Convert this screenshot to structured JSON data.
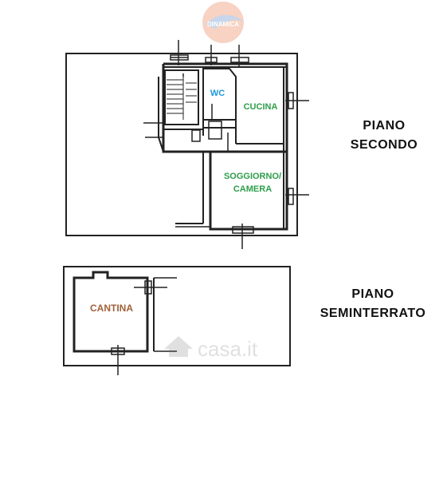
{
  "logo": {
    "text": "DINAMICA",
    "color": "#e8602c"
  },
  "watermark": {
    "text": "casa.it"
  },
  "floors": [
    {
      "line1": "PIANO",
      "line2": "SECONDO"
    },
    {
      "line1": "PIANO",
      "line2": "SEMINTERRATO"
    }
  ],
  "rooms": {
    "wc": {
      "label": "WC",
      "color": "#1f9ad6"
    },
    "cucina": {
      "label": "CUCINA",
      "color": "#2e9e4a"
    },
    "soggiorno_line1": "SOGGIORNO/",
    "soggiorno_line2": "CAMERA",
    "soggiorno_color": "#2e9e4a",
    "cantina": {
      "label": "CANTINA",
      "color": "#a0623a"
    }
  }
}
